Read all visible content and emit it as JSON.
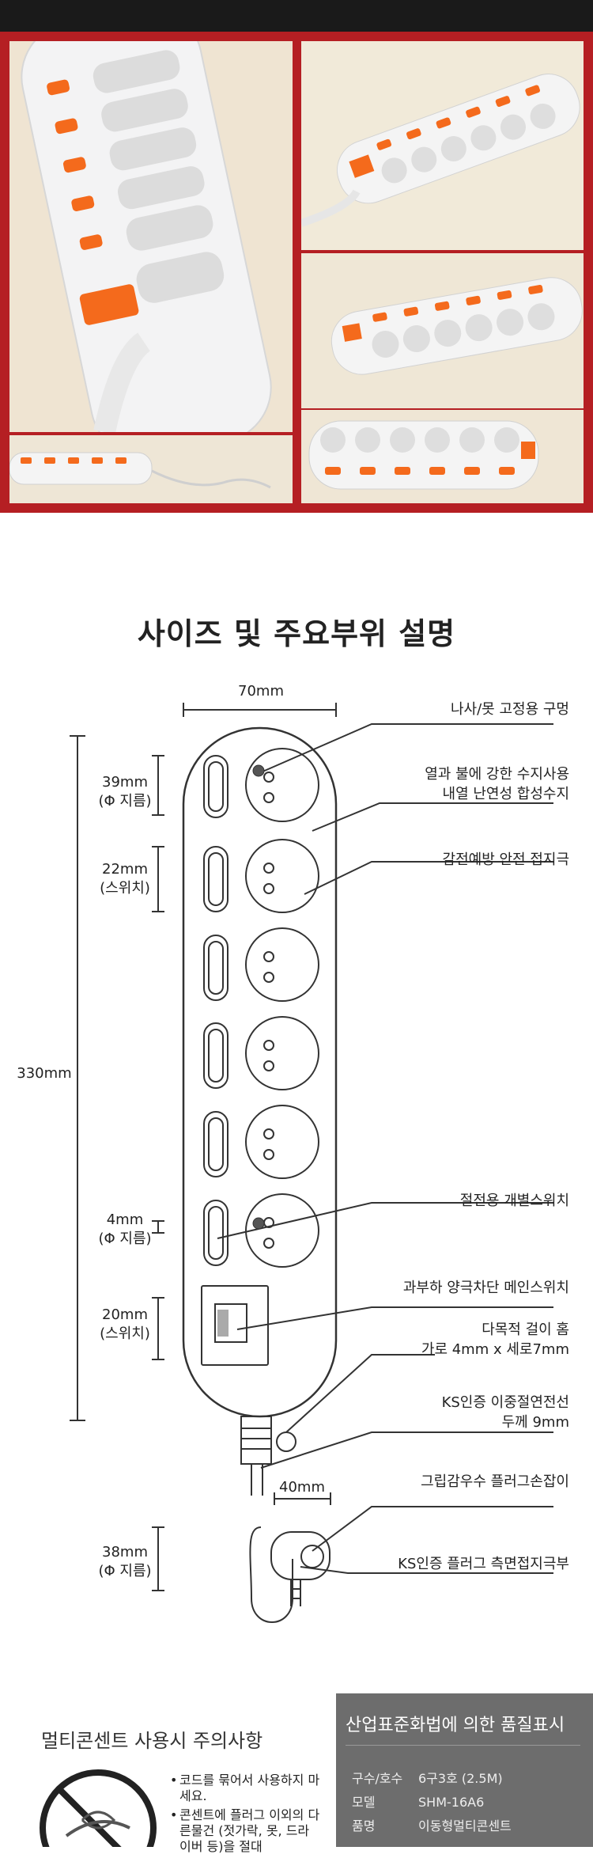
{
  "diagram": {
    "title": "사이즈 및 주요부위 설명",
    "dims": {
      "width_top": "70mm",
      "hole_dia": [
        "39mm",
        "(Φ 지름)"
      ],
      "switch_w": [
        "22mm",
        "(스위치)"
      ],
      "total_len": "330mm",
      "led_dia": [
        "4mm",
        "(Φ 지름)"
      ],
      "main_switch": [
        "20mm",
        "(스위치)"
      ],
      "plug_w": "40mm",
      "plug_dia": [
        "38mm",
        "(Φ 지름)"
      ]
    },
    "callouts": {
      "c1": "나사/못 고정용 구멍",
      "c2a": "열과 불에 강한 수지사용",
      "c2b": "내열 난연성 합성수지",
      "c3": "감전예방 안전 접지극",
      "c4": "절전용 개별스위치",
      "c5": "과부하 양극차단 메인스위치",
      "c6a": "다목적 걸이 홈",
      "c6b": "가로 4mm x 세로7mm",
      "c7a": "KS인증 이중절연전선",
      "c7b": "두께 9mm",
      "c8": "그립감우수 플러그손잡이",
      "c9": "KS인증 플러그 측면접지극부"
    }
  },
  "caution": {
    "title": "멀티콘센트 사용시 주의사항",
    "bullets": [
      "코드를 묶어서 사용하지 마세요.",
      "콘센트에 플러그 이외의 다른물건 (젓가락, 못, 드라이버 등)을 절대"
    ]
  },
  "quality": {
    "title": "산업표준화법에 의한 품질표시",
    "rows": [
      {
        "k": "구수/호수",
        "v": "6구3호 (2.5M)"
      },
      {
        "k": "모델",
        "v": "SHM-16A6"
      },
      {
        "k": "품명",
        "v": "이동형멀티콘센트"
      }
    ]
  },
  "colors": {
    "frame": "#b51f23",
    "accent": "#f46a1c"
  }
}
